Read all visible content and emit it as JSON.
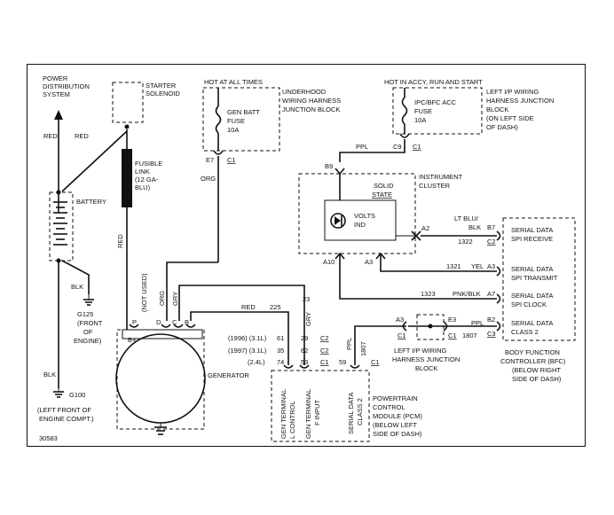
{
  "labels": {
    "power_dist": [
      "POWER",
      "DISTRIBUTION",
      "SYSTEM"
    ],
    "starter": [
      "STARTER",
      "SOLENOID"
    ],
    "hot_all": "HOT AT ALL TIMES",
    "underhood": [
      "UNDERHOOD",
      "WIRING HARNESS",
      "JUNCTION BLOCK"
    ],
    "gen_batt": [
      "GEN BATT",
      "FUSE",
      "10A"
    ],
    "hot_accy": "HOT IN ACCY, RUN AND START",
    "left_ip_top": [
      "LEFT I/P WIRING",
      "HARNESS JUNCTION",
      "BLOCK",
      "(ON LEFT SIDE",
      "OF DASH)"
    ],
    "ipc_fuse": [
      "IPC/BFC ACC",
      "FUSE",
      "10A"
    ],
    "red1": "RED",
    "red2": "RED",
    "fusible": [
      "FUSIBLE",
      "LINK",
      "(12 GA-",
      "BLU)"
    ],
    "battery": "BATTERY",
    "red3": "RED",
    "e7": "E7",
    "c1_e7": "C1",
    "org1": "ORG",
    "c9": "C9",
    "c1_c9": "C1",
    "ppl1": "PPL",
    "b9": "B9",
    "instrument": [
      "INSTRUMENT",
      "CLUSTER"
    ],
    "solid_state": [
      "SOLID",
      "STATE"
    ],
    "volts": [
      "VOLTS",
      "IND"
    ],
    "a2": "A2",
    "lt_blu": [
      "LT BLU/",
      "BLK"
    ],
    "n1322": "1322",
    "b7": "B7",
    "c2_b7": "C2",
    "a10": "A10",
    "a3_ic": "A3",
    "n1321": "1321",
    "yel": "YEL",
    "a3_bfc": "A3",
    "n1323": "1323",
    "pnk": "PNK/BLK",
    "a7": "A7",
    "a3_jb": "A3",
    "e3": "E3",
    "ppl2": "PPL",
    "b2": "B2",
    "c1_a": "C1",
    "c1_b": "C1",
    "n1807a": "1807",
    "c3": "C3",
    "left_ip_bot": [
      "LEFT I/P WIRING",
      "HARNESS JUNCTION",
      "BLOCK"
    ],
    "serial_rx": [
      "SERIAL DATA",
      "SPI RECEIVE"
    ],
    "serial_tx": [
      "SERIAL DATA",
      "SPI TRANSMIT"
    ],
    "serial_clk": [
      "SERIAL DATA",
      "SPI CLOCK"
    ],
    "serial_c2": [
      "SERIAL DATA",
      "CLASS 2"
    ],
    "bfc": [
      "BODY FUNCTION",
      "CONTROLLER (BFC)",
      "(BELOW RIGHT",
      "SIDE OF DASH)"
    ],
    "blk1": "BLK",
    "g125": [
      "G125",
      "(FRONT",
      "OF",
      "ENGINE)"
    ],
    "blk2": "BLK",
    "g100": "G100",
    "left_front": [
      "(LEFT FRONT OF",
      "ENGINE COMPT.)"
    ],
    "code": "30583",
    "not_used": "(NOT USED)",
    "org2": "ORG",
    "gry1": "GRY",
    "p": "P",
    "d": "D",
    "c": "C",
    "b": "B",
    "bplus": "B+",
    "generator": "GENERATOR",
    "red4": "RED",
    "n225": "225",
    "n23": "23",
    "gry2": "GRY",
    "ppl3": "PPL",
    "n1807b": "1807",
    "y1996": "(1996) (3.1L)",
    "y1997": "(1997) (3.1L)",
    "y24": "(2.4L)",
    "n61": "61",
    "n35": "35",
    "n74": "74",
    "n29": "29",
    "n62": "62",
    "n53": "53",
    "c2a": "C2",
    "c2b": "C2",
    "c1c": "C1",
    "n59": "59",
    "c1d": "C1",
    "pcm_l": [
      "GEN TERMINAL",
      "L CONTROL"
    ],
    "pcm_f": [
      "GEN TERMINAL",
      "F INPUT"
    ],
    "pcm_s": [
      "SERIAL DATA",
      "CLASS 2"
    ],
    "pcm": [
      "POWERTRAIN",
      "CONTROL",
      "MODULE (PCM)",
      "(BELOW LEFT",
      "SIDE OF DASH)"
    ]
  }
}
